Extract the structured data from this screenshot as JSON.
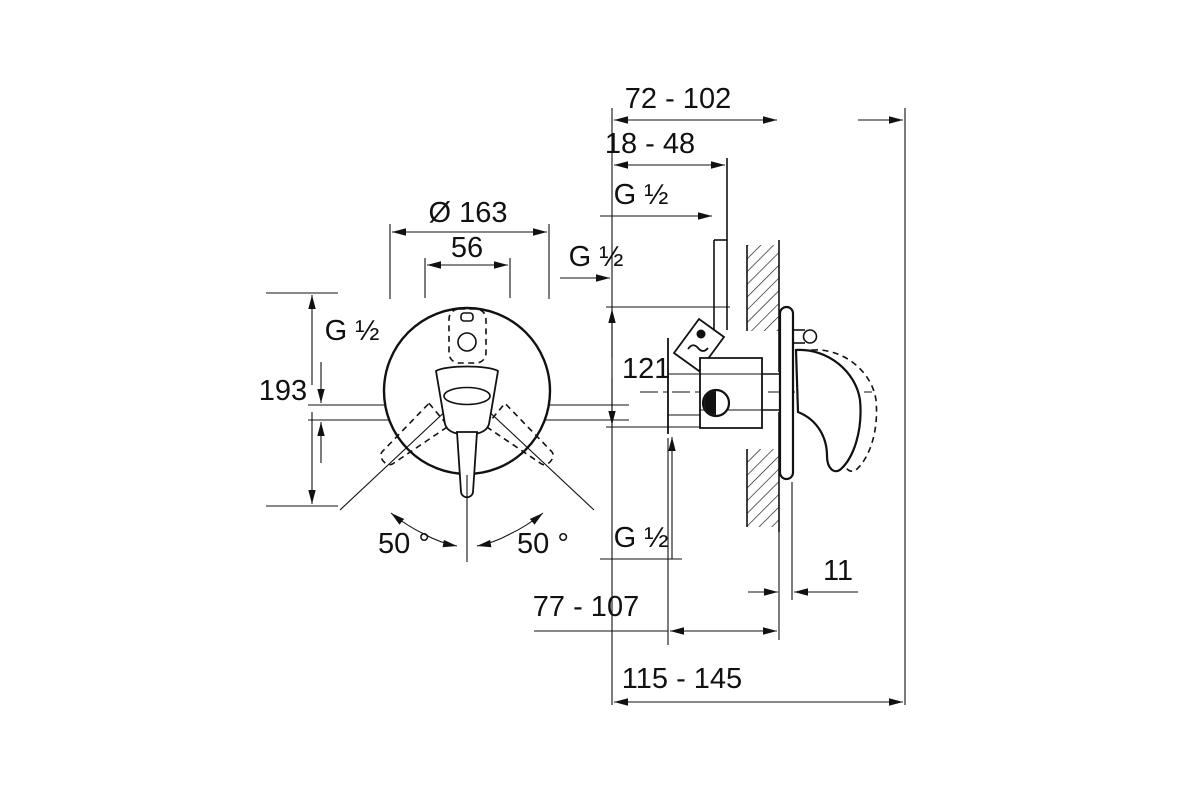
{
  "colors": {
    "ink": "#111111",
    "background": "#ffffff"
  },
  "drawing": {
    "front": {
      "thread": "G ½",
      "height": "193",
      "diameter": "Ø 163",
      "cartridge_width": "56",
      "swing_left": "50 °",
      "swing_right": "50 °"
    },
    "side": {
      "wall_range_top": "72 - 102",
      "rough_in_range": "18 - 48",
      "thread_top": "G ½",
      "thread_mid": "G ½",
      "thread_bottom": "G ½",
      "port_distance": "121",
      "plate_gap": "11",
      "depth_range_mid": "77 - 107",
      "depth_range_bottom": "115 - 145"
    }
  }
}
